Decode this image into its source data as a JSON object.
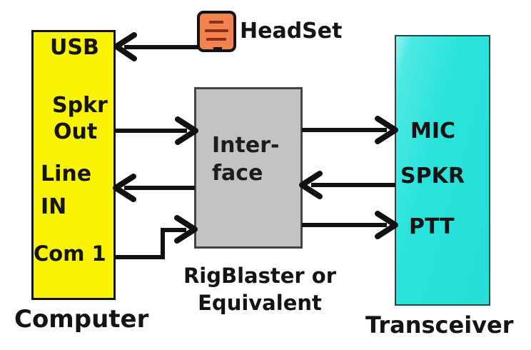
{
  "diagram": {
    "type": "wiring-diagram",
    "background": "#ffffff"
  },
  "colors": {
    "computer_fill": "#f8f402",
    "interface_fill": "#c3c3c3",
    "transceiver_fill": "#2ae3dc",
    "headset_fill": "#f0834f",
    "headset_line": "#8c2e1c",
    "arrow": "#111111",
    "text": "#141414"
  },
  "computer": {
    "caption": "Computer",
    "ports": [
      {
        "label": "USB"
      },
      {
        "label": "Spkr"
      },
      {
        "label": "Out"
      },
      {
        "label": "Line"
      },
      {
        "label": "IN"
      },
      {
        "label": "Com 1"
      }
    ]
  },
  "interface": {
    "label_line1": "Inter-",
    "label_line2": "face",
    "caption_line1": "RigBlaster or",
    "caption_line2": "Equivalent"
  },
  "transceiver": {
    "caption": "Transceiver",
    "ports": [
      {
        "label": "MIC"
      },
      {
        "label": "SPKR"
      },
      {
        "label": "PTT"
      }
    ]
  },
  "headset": {
    "label": "HeadSet"
  },
  "connections": [
    {
      "from": "HeadSet",
      "to": "Computer USB",
      "arrow": "left"
    },
    {
      "from": "Computer Spkr Out",
      "to": "Interface",
      "arrow": "right"
    },
    {
      "from": "Interface",
      "to": "Computer Line IN",
      "arrow": "left"
    },
    {
      "from": "Computer Com 1",
      "to": "Interface",
      "arrow": "right-elbow"
    },
    {
      "from": "Interface",
      "to": "Transceiver MIC",
      "arrow": "right"
    },
    {
      "from": "Transceiver SPKR",
      "to": "Interface",
      "arrow": "left"
    },
    {
      "from": "Interface",
      "to": "Transceiver PTT",
      "arrow": "right"
    }
  ]
}
